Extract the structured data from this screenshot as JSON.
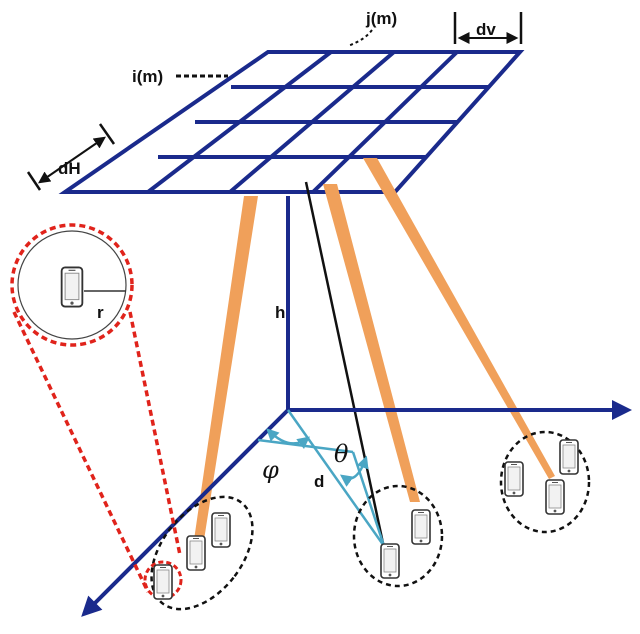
{
  "labels": {
    "panel_col": "j(m)",
    "panel_row": "i(m)",
    "spacing_vertical": "dv",
    "spacing_horizontal": "dH",
    "height": "h",
    "distance": "d",
    "radius": "r",
    "angle_azimuth": "φ",
    "angle_elevation": "θ"
  },
  "colors": {
    "array": "#1a2a8c",
    "axis": "#1a2a8c",
    "beam": "#f0a05a",
    "angle": "#4aa6c4",
    "zoom": "#e0231b",
    "cluster": "#111111"
  },
  "icons": {
    "device": "smartphone-icon"
  }
}
